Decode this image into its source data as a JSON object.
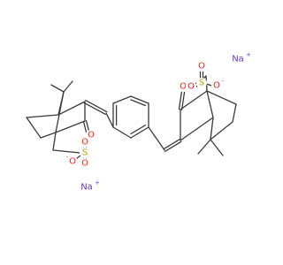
{
  "structure": {
    "colors": {
      "bond": "#3a3a3a",
      "oxygen": "#e8201b",
      "sulfur": "#b8a800",
      "sodium": "#6a38c8",
      "carbon": "#3a3a3a"
    },
    "labels": {
      "sodium": "Na",
      "oxygen": "O",
      "sulfur": "S",
      "ketone_oxygen": "O",
      "cation_charge": "+",
      "anion_charge": "-"
    }
  }
}
